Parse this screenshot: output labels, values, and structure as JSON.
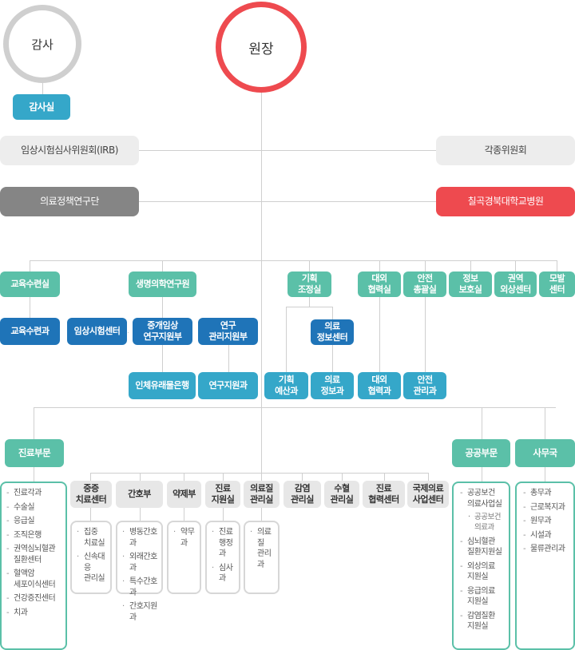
{
  "top": {
    "director": "원장",
    "auditor": "감사",
    "audit_office": "감사실",
    "irb": "임상시험심사위원회(IRB)",
    "committees": "각종위원회",
    "policy_group": "의료정책연구단",
    "chilgok": "칠곡경북대학교병원"
  },
  "row1": {
    "edu": "교육수련실",
    "biomed": "생명의학연구원",
    "planning": "기획\n조정실",
    "external": "대외\n협력실",
    "safety": "안전\n총괄실",
    "infoprotect": "정보\n보호실",
    "regional_trauma": "권역\n외상센터",
    "mobal": "모발\n센터"
  },
  "row2": {
    "edu_team": "교육수련과",
    "clinical_trial": "임상시험센터",
    "trans_clinical": "중개임상\n연구지원부",
    "research_mgmt": "연구\n관리지원부",
    "med_info": "의료\n정보센터"
  },
  "row3": {
    "biobank": "인체유래물은행",
    "research_support": "연구지원과",
    "planning_budget": "기획\n예산과",
    "med_info_team": "의료\n정보과",
    "external_team": "대외\n협력과",
    "safety_team": "안전\n관리과"
  },
  "depts": {
    "clinical": "진료부문",
    "public": "공공부문",
    "admin": "사무국"
  },
  "sub_depts": [
    "중증\n치료센터",
    "간호부",
    "약제부",
    "진료\n지원실",
    "의료질\n관리실",
    "감염\n관리실",
    "수혈\n관리실",
    "진료\n협력센터",
    "국제의료\n사업센터"
  ],
  "lists": {
    "clinical": [
      "진료각과",
      "수술실",
      "응급실",
      "조직은행",
      "권역심뇌혈관\n질환센터",
      "혈액암\n세포이식센터",
      "건강증진센터",
      "치과"
    ],
    "severe": [
      "집중\n치료실",
      "신속대응\n관리실"
    ],
    "nursing": [
      "병동간호과",
      "외래간호과",
      "특수간호과",
      "간호지원과"
    ],
    "pharmacy": [
      "약무과"
    ],
    "medsupport": [
      "진료\n행정과",
      "심사과"
    ],
    "quality": [
      "의료질\n관리과"
    ],
    "public_main": [
      "공공보건\n의료사업실"
    ],
    "public_sub": [
      "공공보건\n의료과"
    ],
    "public_rest": [
      "심뇌혈관\n질환지원실",
      "외상의료\n지원실",
      "응급의료\n지원실",
      "감염질환\n지원실"
    ],
    "admin": [
      "총무과",
      "근로복지과",
      "원무과",
      "시설과",
      "물류관리과"
    ]
  }
}
